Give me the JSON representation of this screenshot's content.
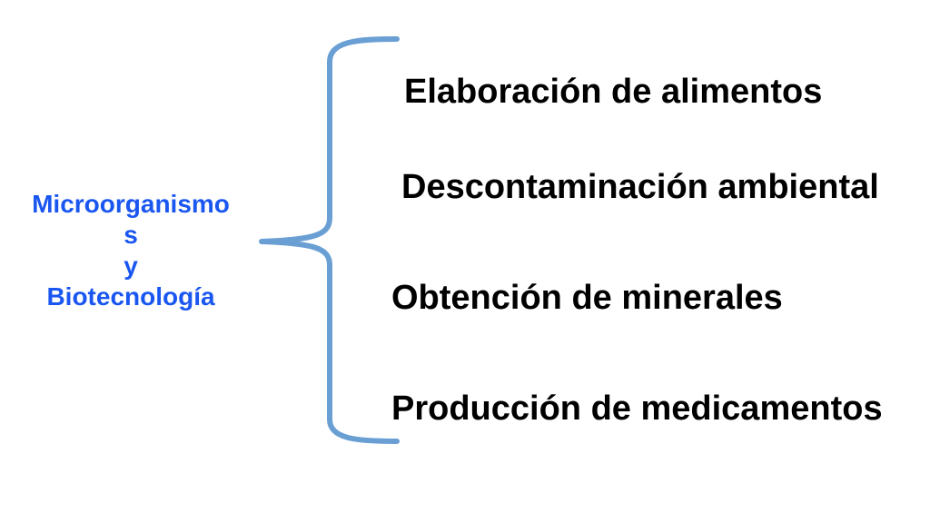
{
  "topic": {
    "line1": "Microorganismo",
    "line2": "s",
    "line3": "y",
    "line4": "Biotecnología"
  },
  "items": [
    {
      "label": "Elaboración de alimentos"
    },
    {
      "label": "Descontaminación ambiental"
    },
    {
      "label": "Obtención de minerales"
    },
    {
      "label": "Producción de medicamentos"
    }
  ],
  "colors": {
    "topic": "#1a56f0",
    "brace": "#6a9fd4",
    "items": "#000000"
  }
}
